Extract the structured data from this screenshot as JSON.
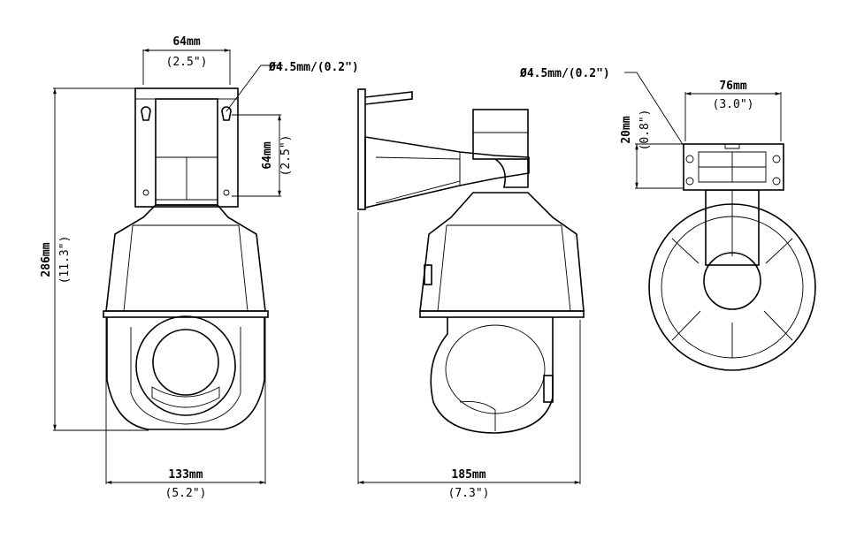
{
  "front_view": {
    "top_width": "64mm",
    "top_width_in": "(2.5\")",
    "hole_dia": "Ø4.5mm/(0.2\")",
    "side_height": "64mm",
    "side_height_in": "(2.5\")",
    "total_height": "286mm",
    "total_height_in": "(11.3\")",
    "bottom_width": "133mm",
    "bottom_width_in": "(5.2\")"
  },
  "side_view": {
    "hole_dia": "Ø4.5mm/(0.2\")",
    "depth": "185mm",
    "depth_in": "(7.3\")"
  },
  "top_view": {
    "width": "76mm",
    "width_in": "(3.0\")",
    "thickness": "20mm",
    "thickness_in": "(0.8\")"
  }
}
